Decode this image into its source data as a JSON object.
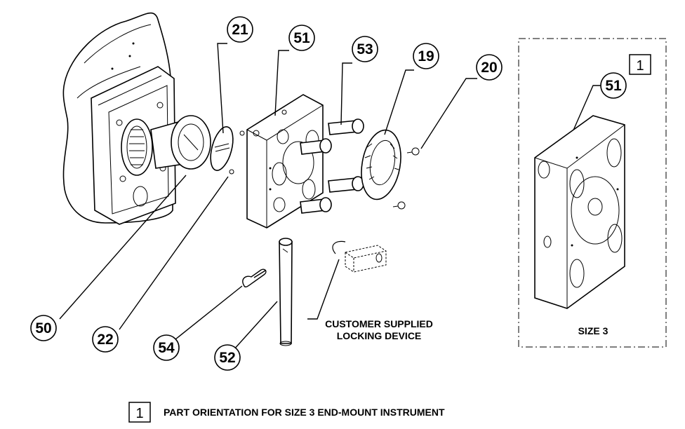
{
  "callouts": {
    "c21": "21",
    "c51": "51",
    "c53": "53",
    "c19": "19",
    "c20": "20",
    "c50": "50",
    "c22": "22",
    "c54": "54",
    "c52": "52",
    "c51_inset": "51"
  },
  "labels": {
    "customer_line1": "CUSTOMER SUPPLIED",
    "customer_line2": "LOCKING DEVICE",
    "size3": "SIZE 3"
  },
  "flags": {
    "inset_flag": "1",
    "note_flag": "1"
  },
  "note": {
    "text": "PART ORIENTATION FOR SIZE 3 END-MOUNT INSTRUMENT"
  }
}
